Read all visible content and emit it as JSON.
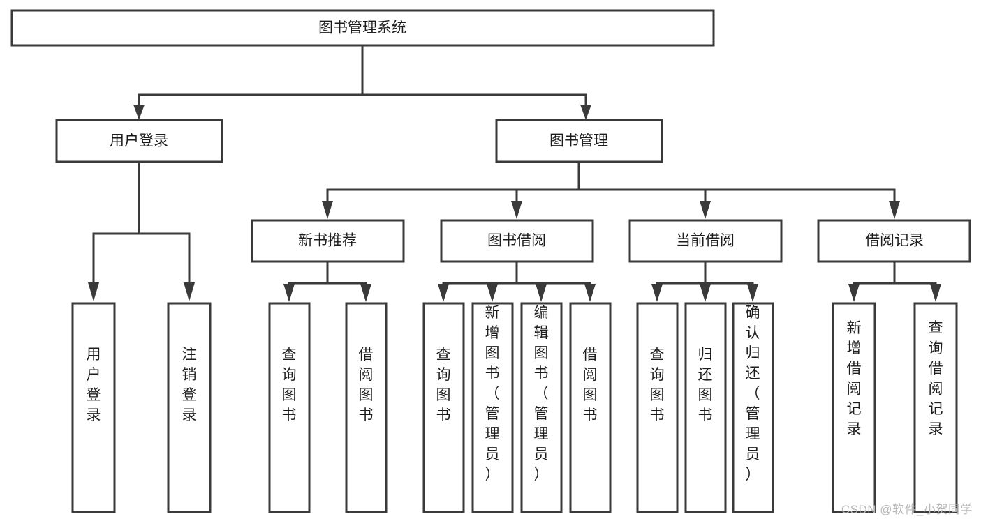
{
  "diagram": {
    "type": "tree-hierarchy-chart",
    "title": "图书管理系统",
    "watermark": "CSDN @软件_小贺同学",
    "colors": {
      "stroke": "#3a3a3a",
      "fill": "#ffffff",
      "text": "#1d1d1d",
      "watermark": "#b9b9b9"
    },
    "nodes": {
      "root": {
        "label": "图书管理系统",
        "level": 1,
        "orientation": "horizontal"
      },
      "user_login": {
        "label": "用户登录",
        "level": 2,
        "orientation": "horizontal"
      },
      "book_manage": {
        "label": "图书管理",
        "level": 2,
        "orientation": "horizontal"
      },
      "new_book_rec": {
        "label": "新书推荐",
        "level": 3,
        "orientation": "horizontal"
      },
      "book_borrow": {
        "label": "图书借阅",
        "level": 3,
        "orientation": "horizontal"
      },
      "current_borrow": {
        "label": "当前借阅",
        "level": 3,
        "orientation": "horizontal"
      },
      "borrow_record": {
        "label": "借阅记录",
        "level": 3,
        "orientation": "horizontal"
      },
      "leaf_user_login": {
        "label": "用户登录",
        "level": 4,
        "orientation": "vertical"
      },
      "leaf_logout": {
        "label": "注销登录",
        "level": 4,
        "orientation": "vertical"
      },
      "leaf_query_book_1": {
        "label": "查询图书",
        "level": 4,
        "orientation": "vertical"
      },
      "leaf_borrow_book_1": {
        "label": "借阅图书",
        "level": 4,
        "orientation": "vertical"
      },
      "leaf_query_book_2": {
        "label": "查询图书",
        "level": 4,
        "orientation": "vertical"
      },
      "leaf_add_book": {
        "label": "新增图书（管理员）",
        "level": 4,
        "orientation": "vertical"
      },
      "leaf_edit_book": {
        "label": "编辑图书（管理员）",
        "level": 4,
        "orientation": "vertical"
      },
      "leaf_borrow_book_2": {
        "label": "借阅图书",
        "level": 4,
        "orientation": "vertical"
      },
      "leaf_query_book_3": {
        "label": "查询图书",
        "level": 4,
        "orientation": "vertical"
      },
      "leaf_return_book": {
        "label": "归还图书",
        "level": 4,
        "orientation": "vertical"
      },
      "leaf_confirm_return": {
        "label": "确认归还（管理员）",
        "level": 4,
        "orientation": "vertical"
      },
      "leaf_add_record": {
        "label": "新增借阅记录",
        "level": 4,
        "orientation": "vertical"
      },
      "leaf_query_record": {
        "label": "查询借阅记录",
        "level": 4,
        "orientation": "vertical"
      }
    },
    "edges": [
      {
        "from": "root",
        "to": "user_login"
      },
      {
        "from": "root",
        "to": "book_manage"
      },
      {
        "from": "user_login",
        "to": "leaf_user_login"
      },
      {
        "from": "user_login",
        "to": "leaf_logout"
      },
      {
        "from": "book_manage",
        "to": "new_book_rec"
      },
      {
        "from": "book_manage",
        "to": "book_borrow"
      },
      {
        "from": "book_manage",
        "to": "current_borrow"
      },
      {
        "from": "book_manage",
        "to": "borrow_record"
      },
      {
        "from": "new_book_rec",
        "to": "leaf_query_book_1"
      },
      {
        "from": "new_book_rec",
        "to": "leaf_borrow_book_1"
      },
      {
        "from": "book_borrow",
        "to": "leaf_query_book_2"
      },
      {
        "from": "book_borrow",
        "to": "leaf_add_book"
      },
      {
        "from": "book_borrow",
        "to": "leaf_edit_book"
      },
      {
        "from": "book_borrow",
        "to": "leaf_borrow_book_2"
      },
      {
        "from": "current_borrow",
        "to": "leaf_query_book_3"
      },
      {
        "from": "current_borrow",
        "to": "leaf_return_book"
      },
      {
        "from": "current_borrow",
        "to": "leaf_confirm_return"
      },
      {
        "from": "borrow_record",
        "to": "leaf_add_record"
      },
      {
        "from": "borrow_record",
        "to": "leaf_query_record"
      }
    ]
  }
}
